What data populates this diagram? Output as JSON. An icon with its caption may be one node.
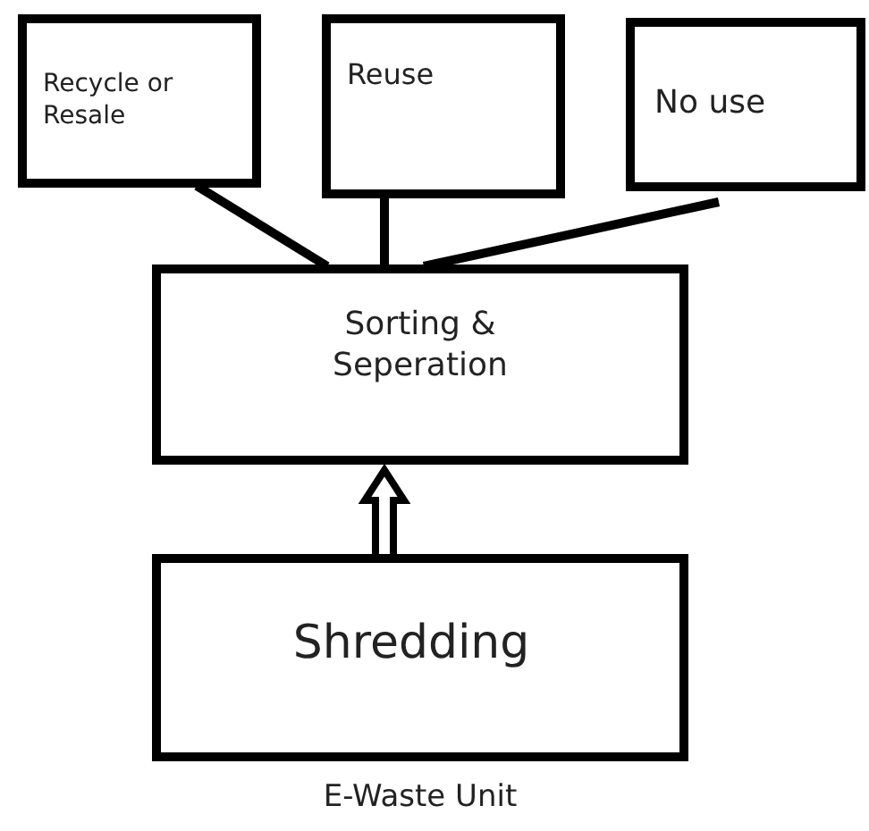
{
  "diagram": {
    "caption": "E-Waste Unit",
    "nodes": [
      {
        "text": [
          "Recycle or Resale"
        ]
      },
      {
        "text": [
          "Reuse"
        ]
      },
      {
        "text": [
          "No use"
        ]
      },
      {
        "text": [
          "Sorting & Seperation"
        ]
      },
      {
        "text": [
          "Shredding"
        ]
      }
    ],
    "edges": [
      {
        "from": 3,
        "to": 0,
        "arrow": "none"
      },
      {
        "from": 3,
        "to": 1,
        "arrow": "none"
      },
      {
        "from": 3,
        "to": 2,
        "arrow": "none"
      },
      {
        "from": 4,
        "to": 3,
        "arrow": "to",
        "style": "thick"
      }
    ]
  }
}
